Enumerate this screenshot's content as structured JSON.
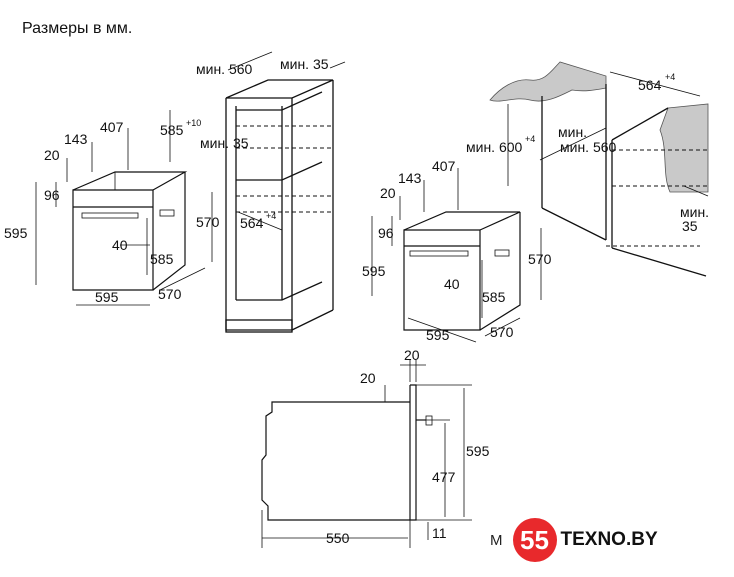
{
  "title": "Размеры в мм.",
  "left_oven": {
    "d143": "143",
    "d407": "407",
    "d20": "20",
    "d96": "96",
    "d595h": "595",
    "d570h": "570",
    "d40": "40",
    "d585": "585",
    "d595w": "595",
    "d570d": "570"
  },
  "tall_cabinet": {
    "min560": "мин. 560",
    "min35a": "мин. 35",
    "d585": "585",
    "sup10": "+10",
    "min35b": "мин. 35",
    "d564": "564",
    "sup4": "+4"
  },
  "right_oven": {
    "d143": "143",
    "d407": "407",
    "d20": "20",
    "d96": "96",
    "d595h": "595",
    "d570h": "570",
    "d40": "40",
    "d585": "585",
    "d595w": "595",
    "d570d": "570"
  },
  "counter_cabinet": {
    "d564": "564",
    "sup4a": "+4",
    "min600": "мин. 600",
    "sup4b": "+4",
    "min560": "мин. 560",
    "min35_label": "мин.",
    "min35_value": "35"
  },
  "side_view": {
    "d20top": "20",
    "d20left": "20",
    "d595": "595",
    "d477": "477",
    "d550": "550",
    "d11": "11"
  },
  "footer": {
    "prefix": "M",
    "logo_number": "55",
    "logo_word": "TEXNO",
    "logo_suffix": ".BY"
  }
}
